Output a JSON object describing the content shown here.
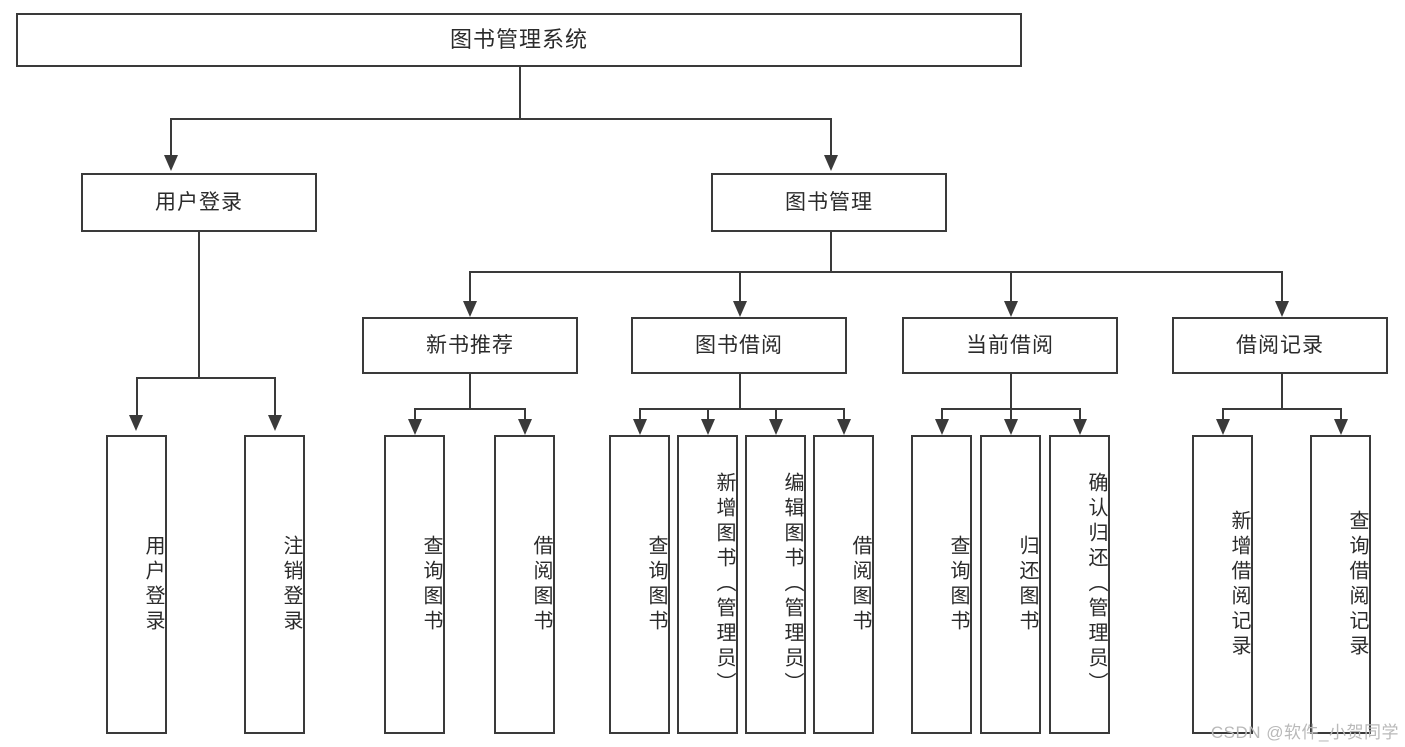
{
  "diagram": {
    "title": "图书管理系统",
    "type": "function-tree",
    "root": {
      "label": "图书管理系统"
    },
    "level2": [
      {
        "label": "用户登录"
      },
      {
        "label": "图书管理"
      }
    ],
    "level3": [
      {
        "label": "新书推荐"
      },
      {
        "label": "图书借阅"
      },
      {
        "label": "当前借阅"
      },
      {
        "label": "借阅记录"
      }
    ],
    "leaves": {
      "user_login": [
        {
          "label": "用户登录"
        },
        {
          "label": "注销登录"
        }
      ],
      "new_book_recommend": [
        {
          "label": "查询图书"
        },
        {
          "label": "借阅图书"
        }
      ],
      "book_borrow": [
        {
          "label": "查询图书"
        },
        {
          "label": "新增图书（管理员）"
        },
        {
          "label": "编辑图书（管理员）"
        },
        {
          "label": "借阅图书"
        }
      ],
      "current_borrow": [
        {
          "label": "查询图书"
        },
        {
          "label": "归还图书"
        },
        {
          "label": "确认归还（管理员）"
        }
      ],
      "borrow_record": [
        {
          "label": "新增借阅记录"
        },
        {
          "label": "查询借阅记录"
        }
      ]
    }
  },
  "watermark": {
    "text": "CSDN @软件_小贺同学"
  },
  "colors": {
    "border": "#3a3a3a",
    "text": "#2b2b2b",
    "background": "#ffffff",
    "watermark": "#b9b9b9"
  }
}
